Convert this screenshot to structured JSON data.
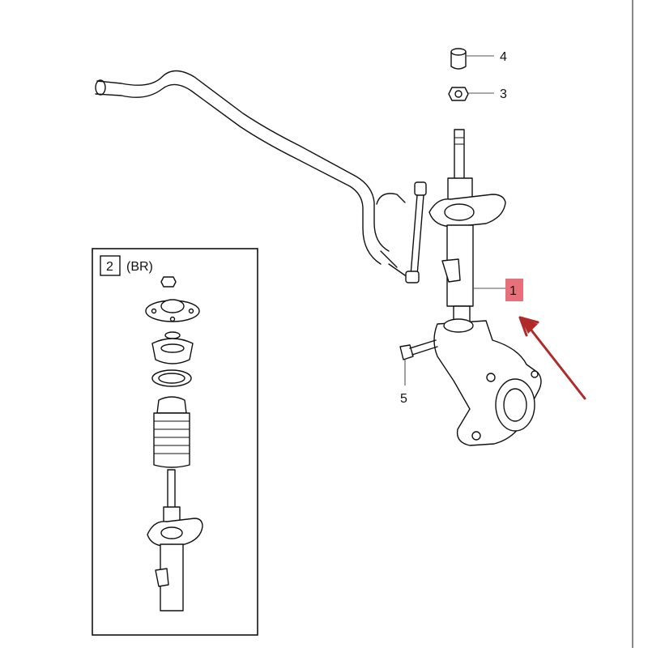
{
  "callouts": {
    "c1": "1",
    "c3": "3",
    "c4": "4",
    "c5": "5"
  },
  "inset": {
    "number": "2",
    "label": "(BR)"
  },
  "colors": {
    "highlight": "#e8707a",
    "arrow": "#b02a2a",
    "line": "#111111"
  }
}
